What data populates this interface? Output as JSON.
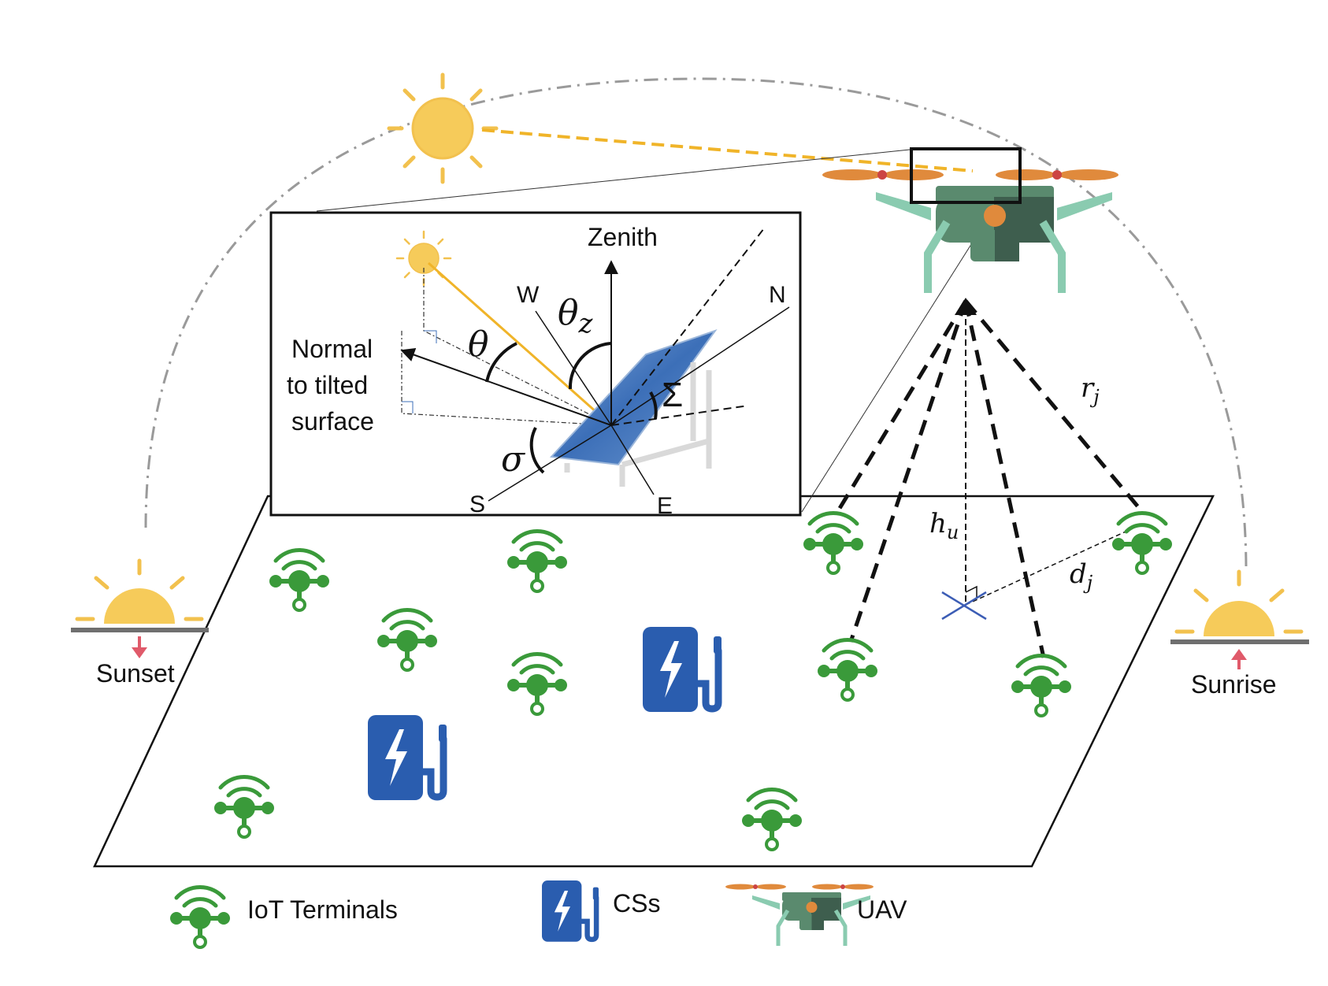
{
  "labels": {
    "sunset": "Sunset",
    "sunrise": "Sunrise",
    "zenith": "Zenith",
    "normal_line1": "Normal",
    "normal_line2": "to tilted",
    "normal_line3": "surface",
    "dir_w": "W",
    "dir_n": "N",
    "dir_s": "S",
    "dir_e": "E"
  },
  "math": {
    "theta": "θ",
    "theta_z": "θ",
    "theta_z_sub": "z",
    "sigma_upper": "Σ",
    "sigma_lower": "σ",
    "h": "h",
    "h_sub": "u",
    "r": "r",
    "r_sub": "j",
    "d": "d",
    "d_sub": "j"
  },
  "legend": {
    "iot": "IoT Terminals",
    "cs": "CSs",
    "uav": "UAV"
  },
  "colors": {
    "sun": "#F6CB5A",
    "sun_ray": "#F2C14E",
    "sun_beam": "#F0B429",
    "iot_green": "#3A9A3A",
    "cs_blue": "#2A5DAF",
    "uav_body": "#5A8A6E",
    "uav_dark": "#3E5E4E",
    "uav_legs": "#8ACBB0",
    "propeller": "#E08A3C",
    "arc_gray": "#9A9A9A",
    "horizon": "#6F6F6F",
    "arrow_red": "#E05A6A",
    "panel_blue": "#3C6FB8"
  }
}
